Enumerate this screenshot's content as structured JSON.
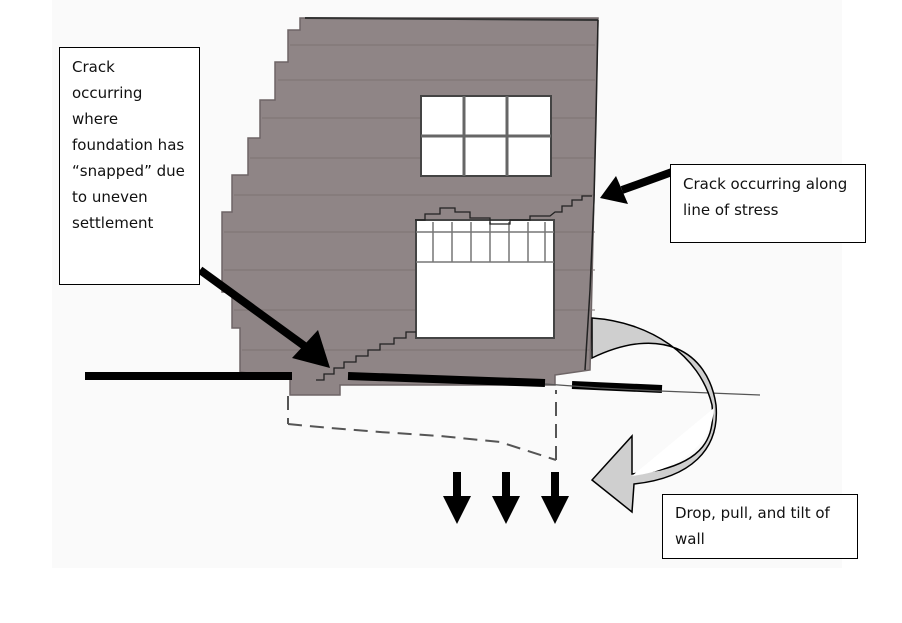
{
  "callouts": {
    "foundation_crack": "Crack occurring where foundation has “snapped” due to uneven settlement",
    "stress_crack": "Crack occurring along line of stress",
    "wall_movement": "Drop, pull, and tilt of wall"
  },
  "colors": {
    "wall": "#8f8586",
    "wall_dark": "#7c7273",
    "ink": "#111111",
    "curve_arrow_fill": "#cfcfcf",
    "paper": "#ffffff"
  }
}
